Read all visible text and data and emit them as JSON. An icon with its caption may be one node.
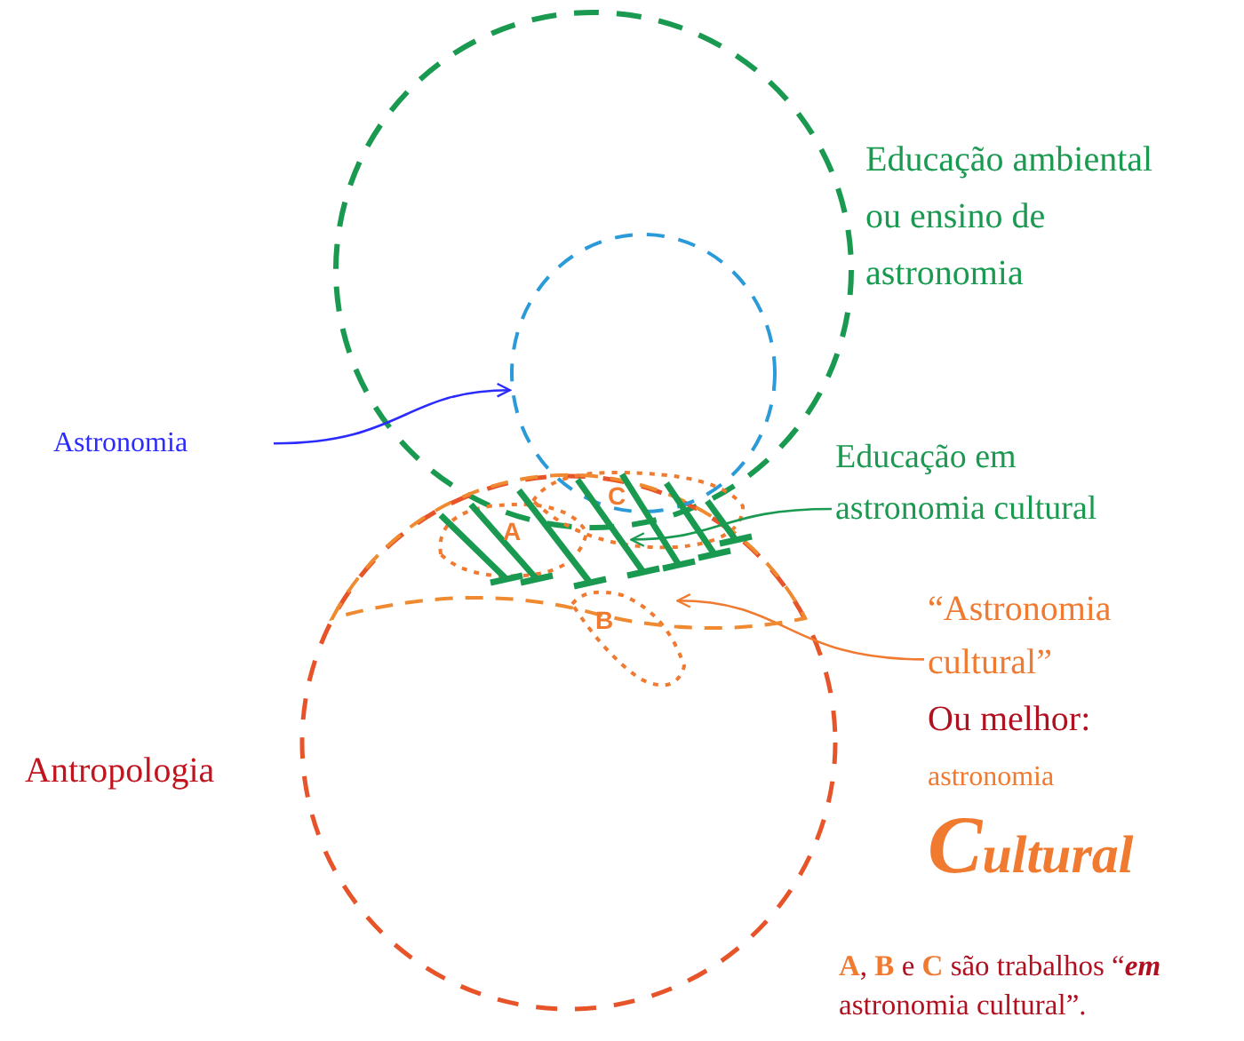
{
  "diagram": {
    "nodes": [
      {
        "text": [],
        "shape": "circle"
      },
      {
        "text": [
          "Astronomia"
        ]
      },
      {
        "text": [
          "Educação em astronomia cultural"
        ]
      },
      {
        "text": [],
        "shape": "lens",
        "in": 4
      },
      {
        "text": [],
        "shape": "lens"
      },
      {
        "text": [
          "“Astronomia cultural”"
        ]
      }
    ],
    "edges": [
      {
        "from": 1,
        "to": 0,
        "arrow": "to",
        "color": "#2b2bff"
      },
      {
        "from": 2,
        "to": 3,
        "arrow": "to",
        "color": "#1a9a50"
      },
      {
        "from": 5,
        "to": 4,
        "arrow": "to",
        "color": "#f07a30"
      }
    ],
    "labels": [
      "Educação ambiental ou ensino de astronomia",
      "Antropologia",
      "A",
      "B",
      "C",
      "Ou melhor:",
      "astronomia",
      "Cultural",
      "**A**, **B** e **C** são trabalhos “*em* astronomia cultural”."
    ]
  }
}
